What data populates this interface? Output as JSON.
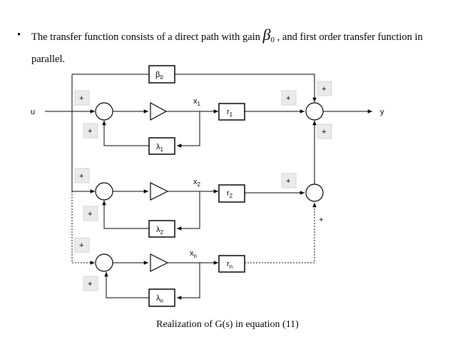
{
  "bullet": {
    "marker": "•",
    "text_before": "The transfer function consists of a direct path with gain",
    "beta_symbol": "β",
    "beta_sub": "0",
    "text_after": ", and first order transfer function in parallel."
  },
  "diagram": {
    "input_label": "u",
    "output_label": "y",
    "beta_block": {
      "sym": "β",
      "sub": "0"
    },
    "branches": [
      {
        "x": "x",
        "sub": "1",
        "lambda": "λ",
        "r": "r"
      },
      {
        "x": "x",
        "sub": "2",
        "lambda": "λ",
        "r": "r"
      },
      {
        "x": "x",
        "sub": "n",
        "lambda": "λ",
        "r": "r"
      }
    ],
    "plus": "+"
  },
  "caption": "Realization of G(s) in equation (11)"
}
